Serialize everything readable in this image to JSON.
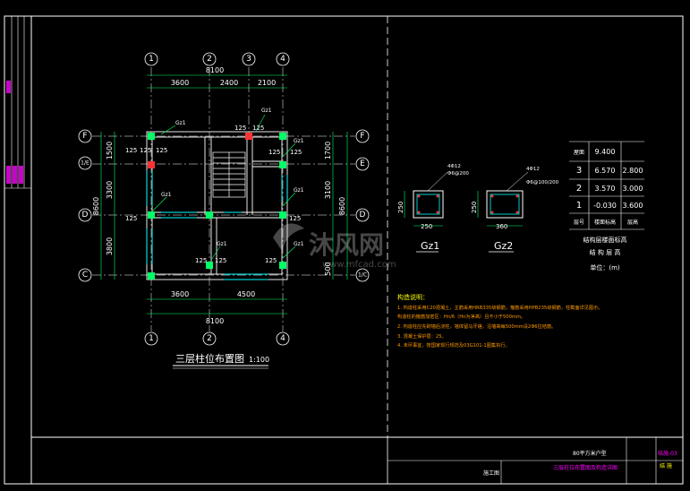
{
  "axes": {
    "top": [
      "1",
      "2",
      "3",
      "4"
    ],
    "bottom": [
      "1",
      "2",
      "4"
    ],
    "left": [
      "F",
      "1/E",
      "D",
      "C"
    ],
    "right": [
      "F",
      "E",
      "D",
      "1/C"
    ]
  },
  "dims": {
    "top_total": "8100",
    "top_parts": [
      "3600",
      "2400",
      "2100"
    ],
    "bottom_total": "8100",
    "bottom_parts": [
      "3600",
      "4500"
    ],
    "left_outer": "8600",
    "left_parts": [
      "1500",
      "3300",
      "3800"
    ],
    "right_outer": "8600",
    "right_parts": [
      "1700",
      "3100",
      "500"
    ],
    "small_125": "125"
  },
  "column_labels": {
    "gz1": "Gz1",
    "gz2": "Gz2"
  },
  "plan_title": "三层柱位布置图",
  "plan_scale": "1:100",
  "sections": {
    "gz1": {
      "label": "Gz1",
      "width": "250",
      "height": "250",
      "note": [
        "4Φ12",
        "Φ6@200"
      ]
    },
    "gz2": {
      "label": "Gz2",
      "width": "360",
      "height": "250",
      "note": [
        "4Φ12",
        "Φ6@100/200"
      ]
    }
  },
  "level_table": {
    "rows": [
      {
        "floor": "屋面",
        "elev": "9.400",
        "height": ""
      },
      {
        "floor": "3",
        "elev": "6.570",
        "height": "2.800"
      },
      {
        "floor": "2",
        "elev": "3.570",
        "height": "3.000"
      },
      {
        "floor": "1",
        "elev": "-0.030",
        "height": "3.600"
      }
    ],
    "header": {
      "floor": "层号",
      "elev": "楼面标高",
      "height": "层高"
    },
    "caption1": "结构层楼面标高",
    "caption2": "结 构 层 高",
    "unit": "单位：(m)"
  },
  "notes": {
    "heading": "构造说明：",
    "lines": [
      "1. 构造柱采用C20混凝土，主筋采用HRB335级钢筋，箍筋采用HPB235级钢筋，柱截面详见图示。",
      "   构造柱的箍筋加密区：Hn/6（Hn为净高）且不小于500mm。",
      "2. 构造柱应先砌墙后浇柱，墙体留马牙槎，沿墙高每500mm设2Φ6拉结筋。",
      "3. 混凝土保护层：25。",
      "4. 未尽事宜，按国家现行规范及03G101-1图集执行。"
    ]
  },
  "title_block": {
    "project": "80平方米户型",
    "drawing": "三层柱位布置图及构造详图",
    "stage": "施工图",
    "code1": "结施-03",
    "code2": "结 施"
  },
  "watermark": {
    "brand": "沐风网",
    "url": "www.mfcad.com"
  },
  "colors": {
    "bg": "#000000",
    "axis": "#ffffff",
    "wall": "#ffffff",
    "dim": "#00ff66",
    "column": "#00ff66",
    "text_yellow": "#ffff00",
    "text_magenta": "#ff00ff",
    "hatch": "#00ffff",
    "note": "#ff9900"
  }
}
